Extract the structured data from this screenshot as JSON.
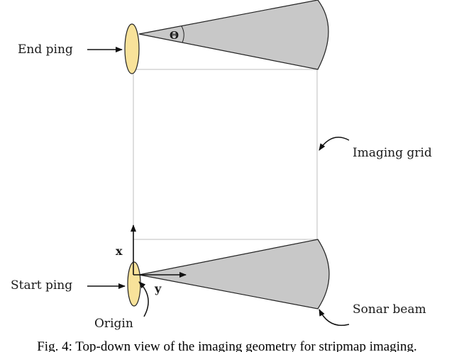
{
  "labels": {
    "end_ping": "End ping",
    "start_ping": "Start ping",
    "origin": "Origin",
    "imaging_grid": "Imaging grid",
    "sonar_beam": "Sonar beam",
    "theta": "Θ",
    "axis_x": "x",
    "axis_y": "y"
  },
  "caption": "Fig. 4: Top-down view of the imaging geometry for stripmap imaging.",
  "colors": {
    "beam_fill": "#c8c8c8",
    "ping_fill": "#f8e29a",
    "stroke": "#222222",
    "grid_line": "#c8c8c8"
  }
}
